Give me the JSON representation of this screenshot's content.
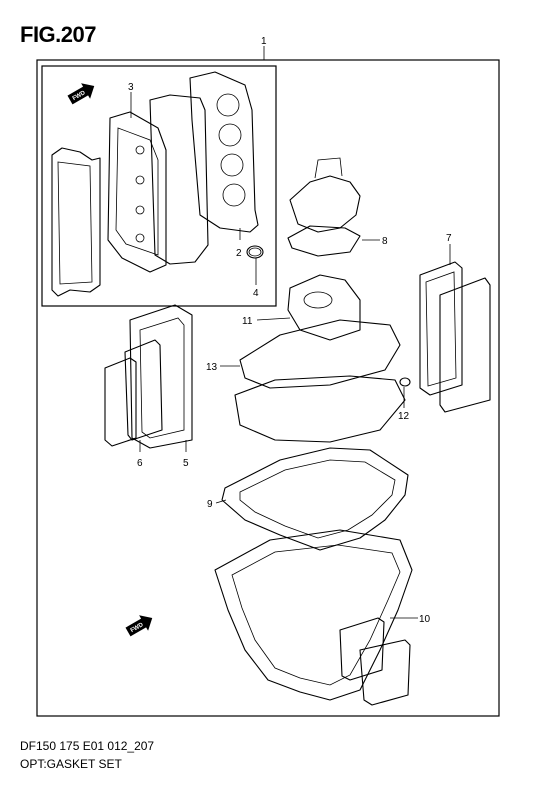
{
  "figure": {
    "title": "FIG.207"
  },
  "footer": {
    "model_code": "DF150 175 E01 012_207",
    "group_name": "OPT:GASKET SET"
  },
  "fwd_label": "FWD",
  "callouts": [
    {
      "id": "1",
      "label": "1"
    },
    {
      "id": "2",
      "label": "2"
    },
    {
      "id": "3",
      "label": "3"
    },
    {
      "id": "4",
      "label": "4"
    },
    {
      "id": "5",
      "label": "5"
    },
    {
      "id": "6",
      "label": "6"
    },
    {
      "id": "7",
      "label": "7"
    },
    {
      "id": "8",
      "label": "8"
    },
    {
      "id": "9",
      "label": "9"
    },
    {
      "id": "10",
      "label": "10"
    },
    {
      "id": "11",
      "label": "11"
    },
    {
      "id": "12",
      "label": "12"
    },
    {
      "id": "13",
      "label": "13"
    }
  ]
}
